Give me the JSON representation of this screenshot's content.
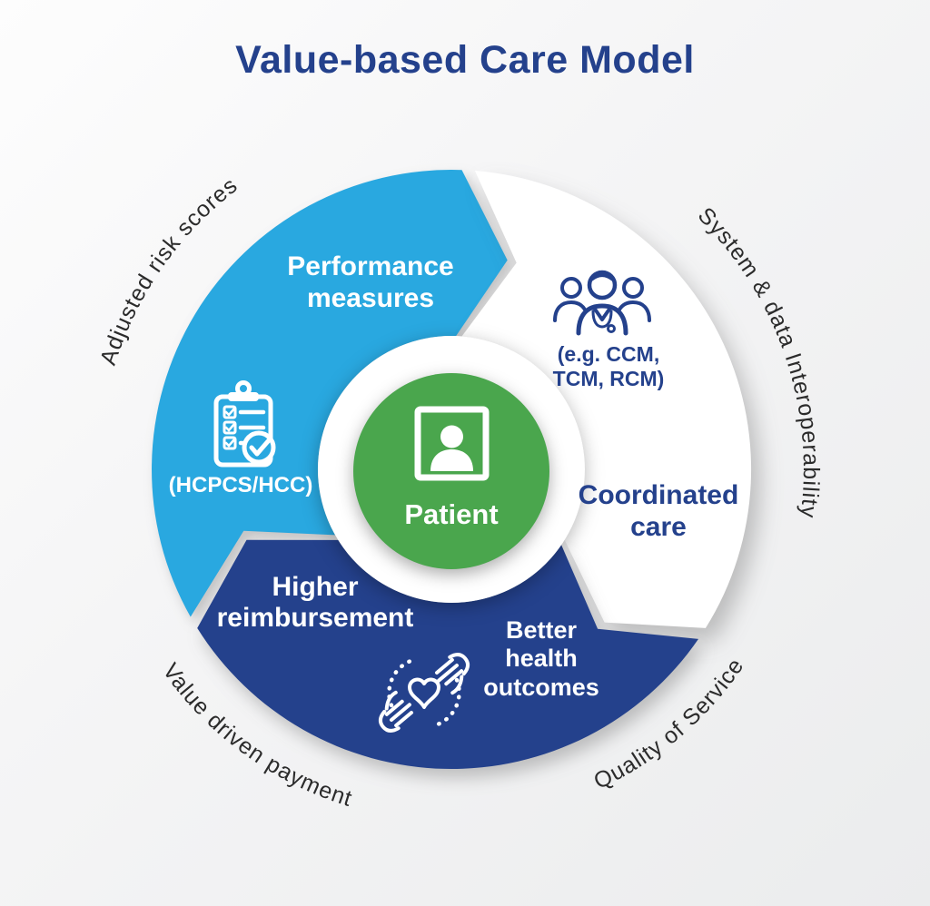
{
  "title": "Value-based Care Model",
  "colors": {
    "light_blue": "#29A8E0",
    "dark_blue": "#24418C",
    "green": "#4AA64D",
    "white": "#FFFFFF",
    "navy_text": "#24418C",
    "outer_label_text": "#2B2B2B"
  },
  "center": {
    "label": "Patient",
    "icon": "patient-photo-icon"
  },
  "segments": {
    "performance": {
      "title_lines": [
        "Performance",
        "measures"
      ],
      "code_label": "(HCPCS/HCC)",
      "icon": "clipboard-checklist-icon"
    },
    "coordinated": {
      "title_lines": [
        "Coordinated",
        "care"
      ],
      "example_lines": [
        "(e.g. CCM,",
        "TCM, RCM)"
      ],
      "icon": "care-team-icon"
    },
    "outcomes": {
      "left_title_lines": [
        "Higher",
        "reimbursement"
      ],
      "right_title_lines": [
        "Better",
        "health",
        "outcomes"
      ],
      "icon": "hands-heart-icon"
    }
  },
  "outer_labels": {
    "top_left": "Adjusted risk scores",
    "top_right": "System & data Interoperability",
    "bottom_left": "Value driven payment",
    "bottom_right": "Quality of Service"
  }
}
